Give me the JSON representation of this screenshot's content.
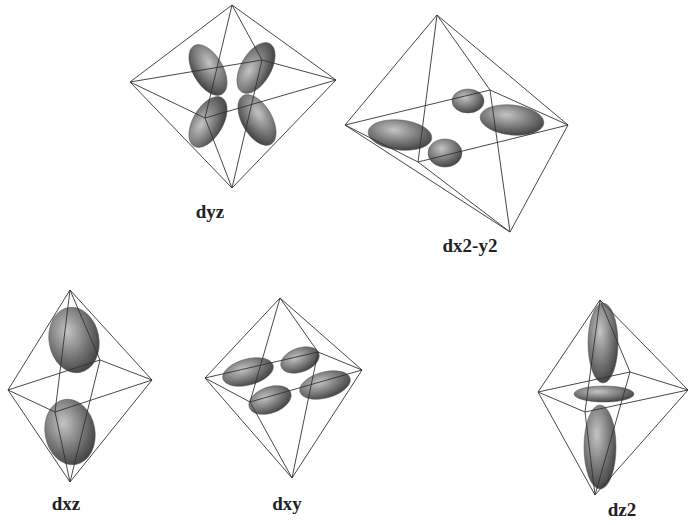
{
  "diagram": {
    "labels": [
      "dyz",
      "dx2-y2",
      "dxz",
      "dxy",
      "dz2"
    ]
  }
}
